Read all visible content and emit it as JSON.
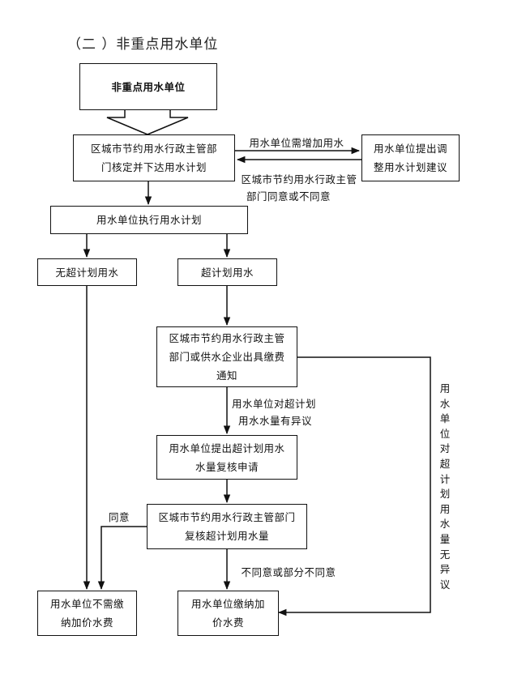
{
  "title": "（二 ）非重点用水单位",
  "nodes": {
    "start": "非重点用水单位",
    "approve_plan": [
      "区城市节约用水行政主管部",
      "门核定并下达用水计划"
    ],
    "propose_adjust": [
      "用水单位提出调",
      "整用水计划建议"
    ],
    "execute_plan": "用水单位执行用水计划",
    "no_overuse": "无超计划用水",
    "overuse": "超计划用水",
    "issue_notice": [
      "区城市节约用水行政主管",
      "部门或供水企业出具缴费",
      "通知"
    ],
    "apply_review": [
      "用水单位提出超计划用水",
      "水量复核申请"
    ],
    "review": [
      "区城市节约用水行政主管部门",
      "复核超计划用水量"
    ],
    "no_fee": [
      "用水单位不需缴",
      "纳加价水费"
    ],
    "pay_fee": [
      "用水单位缴纳加",
      "价水费"
    ]
  },
  "edge_labels": {
    "need_increase": "用水单位需增加用水",
    "agree_or_not": [
      "区城市节约用水行政主管",
      "部门同意或不同意"
    ],
    "objection": [
      "用水单位对超计划",
      "用水水量有异议"
    ],
    "agree": "同意",
    "disagree": "不同意或部分不同意",
    "no_objection_vertical": "用水单位对超计划用水量无异议"
  }
}
